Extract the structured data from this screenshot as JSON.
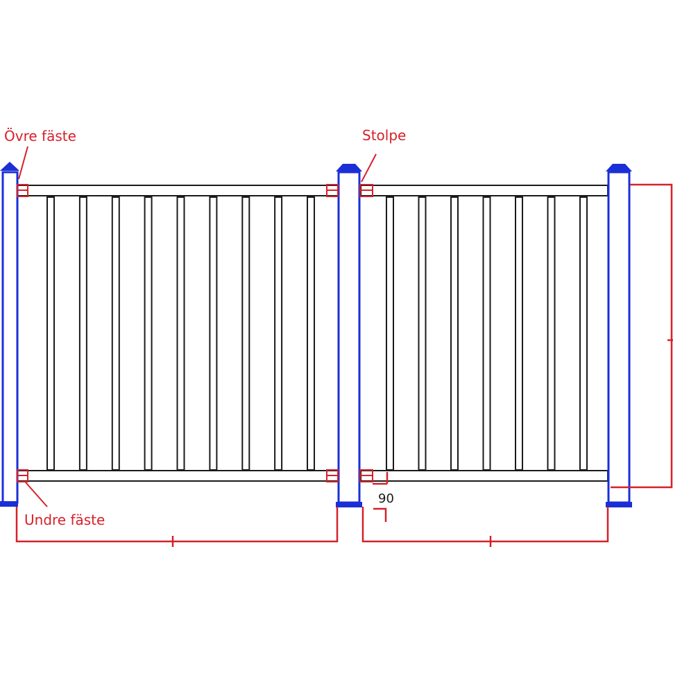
{
  "labels": {
    "upper_bracket": "Övre fäste",
    "post": "Stolpe",
    "lower_bracket": "Undre fäste",
    "gap_dimension": "90"
  },
  "colors": {
    "post": "#1a2fd6",
    "rail": "#1a1a1a",
    "annotation": "#d6202a",
    "background": "#ffffff"
  },
  "panels": {
    "left": {
      "baluster_count": 9
    },
    "right": {
      "baluster_count": 7
    }
  }
}
